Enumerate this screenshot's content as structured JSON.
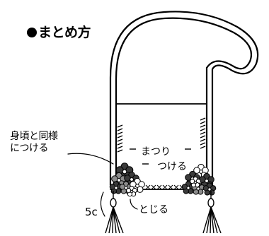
{
  "title": "まとめ方",
  "labels": {
    "attach_line1": "身頃と同様",
    "attach_line2": "につける",
    "hem_line1": "まつり",
    "hem_line2": "つける",
    "close": "とじる",
    "measurement": "5c"
  },
  "colors": {
    "ink": "#000000",
    "paper": "#ffffff",
    "flower_dark": "#3a3a3a",
    "flower_mid": "#8c8c8c",
    "flower_light": "#ffffff"
  }
}
